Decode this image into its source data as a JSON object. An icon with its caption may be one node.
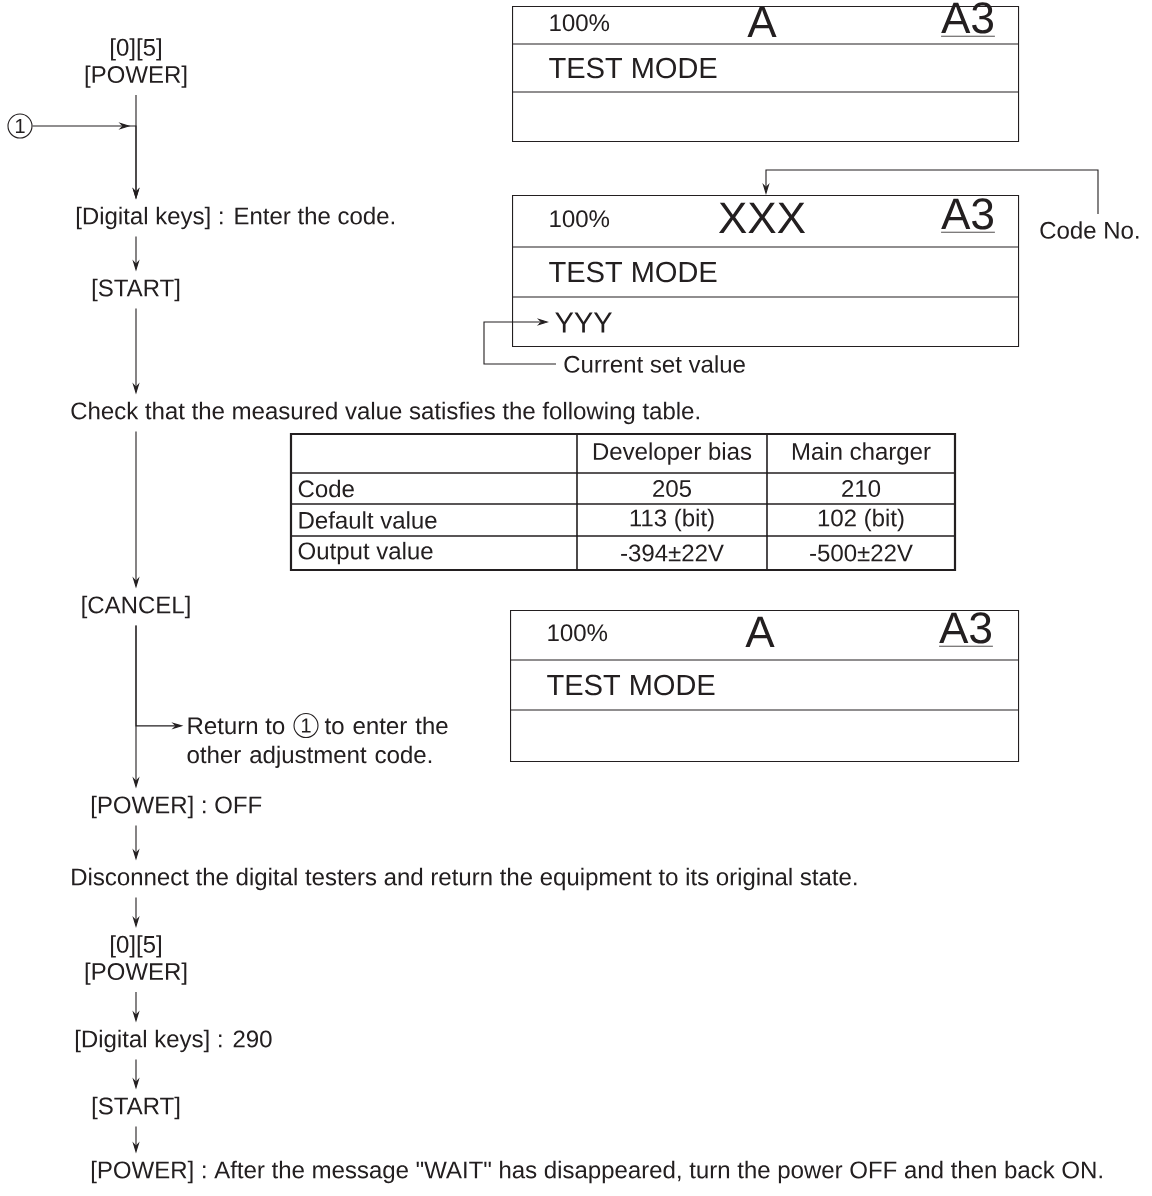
{
  "diagram": {
    "nodes": [
      {
        "text": [
          "[0][5] [POWER]"
        ]
      },
      {
        "text": [
          "1"
        ]
      },
      {
        "text": [
          "[Digital keys] : Enter the code."
        ]
      },
      {
        "text": [
          "[START]"
        ]
      },
      {
        "text": [
          "Check that the measured value satisfies the following table."
        ]
      },
      {
        "text": [
          "[CANCEL]"
        ]
      },
      {
        "text": [
          "Return to",
          "1",
          "to enter the other adjustment code."
        ]
      },
      {
        "text": [
          "[POWER] : OFF"
        ]
      },
      {
        "text": [
          "Disconnect the digital testers and return the equipment to its original state."
        ]
      },
      {
        "text": [
          "[0][5] [POWER]"
        ]
      },
      {
        "text": [
          "[Digital keys] : 290"
        ]
      },
      {
        "text": [
          "[START]"
        ]
      },
      {
        "text": [
          "[POWER] : After the message \"WAIT\" has disappeared, turn the power OFF and then back ON."
        ]
      },
      {
        "text": [
          "100%",
          "A",
          "A3",
          "TEST MODE"
        ]
      },
      {
        "text": [
          "100%",
          "XXX",
          "A3",
          "TEST MODE",
          "YYY"
        ]
      },
      {
        "text": [
          "100%",
          "A",
          "A3",
          "TEST MODE"
        ]
      },
      {
        "text": [
          "Code No."
        ]
      },
      {
        "text": [
          "Current set value"
        ]
      }
    ],
    "edges": [
      {
        "from": 0,
        "to": 2,
        "arrow": "to"
      },
      {
        "from": 1,
        "to": 2,
        "arrow": "to"
      },
      {
        "from": 2,
        "to": 3,
        "arrow": "to"
      },
      {
        "from": 3,
        "to": 4,
        "arrow": "to"
      },
      {
        "from": 4,
        "to": 5,
        "arrow": "to"
      },
      {
        "from": 5,
        "to": 6,
        "arrow": "to"
      },
      {
        "from": 5,
        "to": 7,
        "arrow": "to"
      },
      {
        "from": 7,
        "to": 8,
        "arrow": "to"
      },
      {
        "from": 8,
        "to": 9,
        "arrow": "to"
      },
      {
        "from": 9,
        "to": 10,
        "arrow": "to"
      },
      {
        "from": 10,
        "to": 11,
        "arrow": "to"
      },
      {
        "from": 11,
        "to": 12,
        "arrow": "to"
      },
      {
        "from": 16,
        "to": 14,
        "arrow": "to"
      },
      {
        "from": 17,
        "to": 14,
        "arrow": "to"
      }
    ],
    "labels": [
      "Developer bias",
      "Main charger",
      "Code",
      "205",
      "210",
      "Default value",
      "113 (bit)",
      "102 (bit)",
      "Output value",
      "-394±22V",
      "-500±22V"
    ]
  }
}
